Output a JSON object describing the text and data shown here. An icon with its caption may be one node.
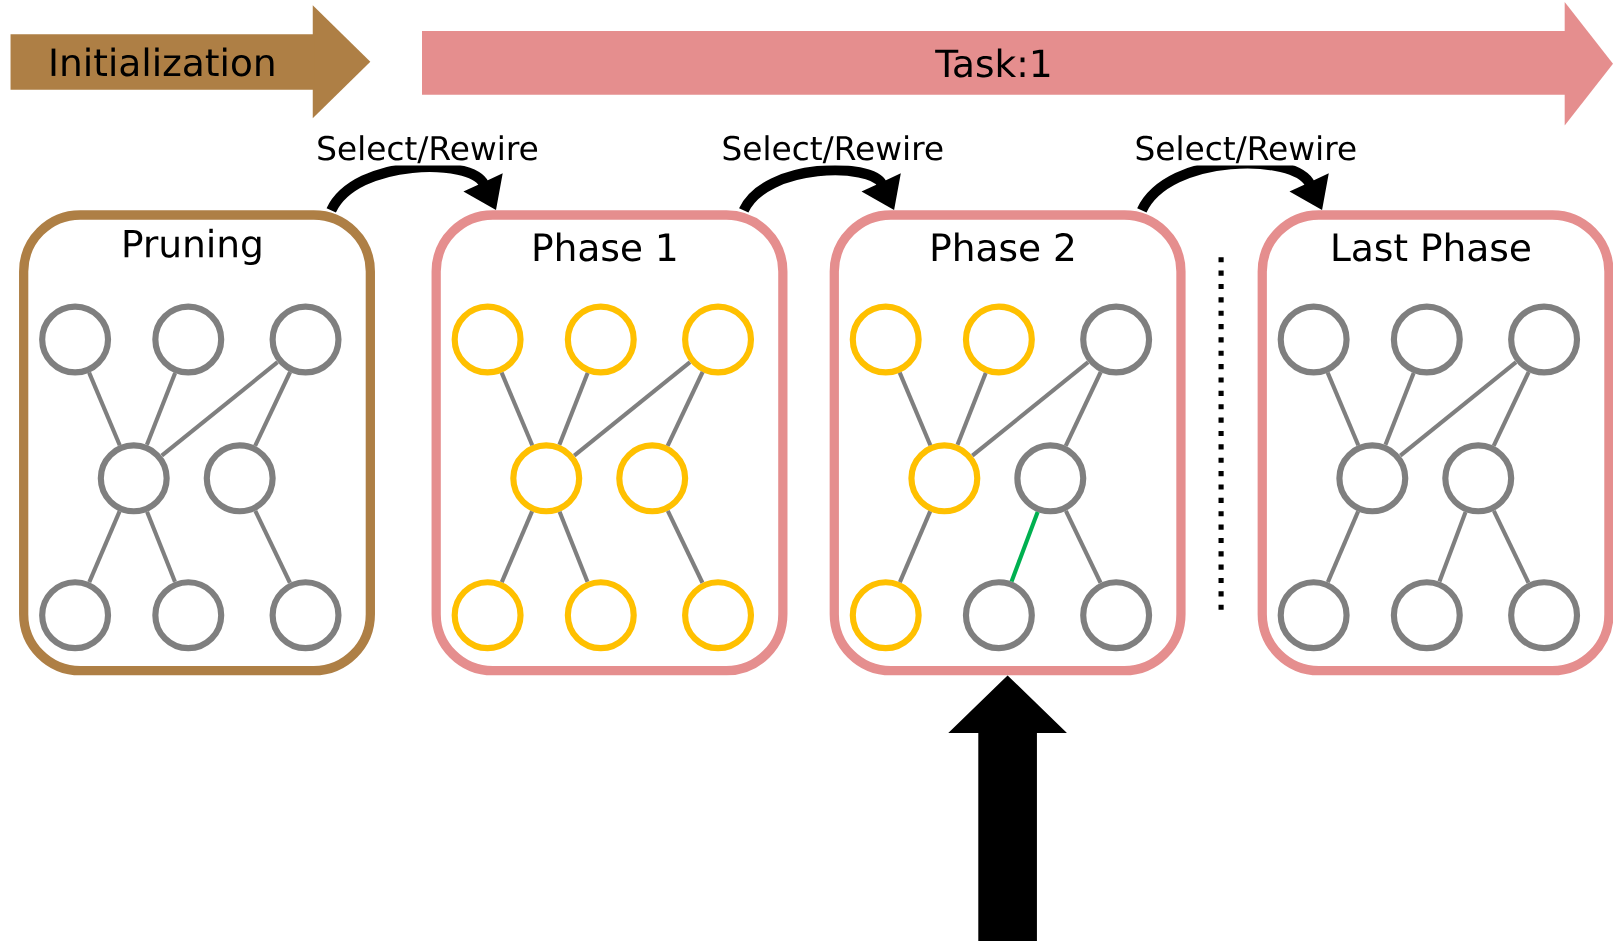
{
  "diagram": {
    "nodes": [
      {
        "text": [
          "Initialization"
        ]
      },
      {
        "text": [
          "Task:1"
        ]
      },
      {
        "text": [
          "Pruning"
        ]
      },
      {
        "text": [],
        "shape": "circle",
        "in": 2
      },
      {
        "text": [],
        "shape": "circle",
        "in": 2
      },
      {
        "text": [],
        "shape": "circle",
        "in": 2
      },
      {
        "text": [],
        "shape": "circle",
        "in": 2
      },
      {
        "text": [],
        "shape": "circle",
        "in": 2
      },
      {
        "text": [],
        "shape": "circle",
        "in": 2
      },
      {
        "text": [],
        "shape": "circle",
        "in": 2
      },
      {
        "text": [],
        "shape": "circle",
        "in": 2
      },
      {
        "text": [
          "Phase 1"
        ]
      },
      {
        "text": [],
        "shape": "circle",
        "in": 11
      },
      {
        "text": [],
        "shape": "circle",
        "in": 11
      },
      {
        "text": [],
        "shape": "circle",
        "in": 11
      },
      {
        "text": [],
        "shape": "circle",
        "in": 11
      },
      {
        "text": [],
        "shape": "circle",
        "in": 11
      },
      {
        "text": [],
        "shape": "circle",
        "in": 11
      },
      {
        "text": [],
        "shape": "circle",
        "in": 11
      },
      {
        "text": [],
        "shape": "circle",
        "in": 11
      },
      {
        "text": [
          "Phase 2"
        ]
      },
      {
        "text": [],
        "shape": "circle",
        "in": 20
      },
      {
        "text": [],
        "shape": "circle",
        "in": 20
      },
      {
        "text": [],
        "shape": "circle",
        "in": 20
      },
      {
        "text": [],
        "shape": "circle",
        "in": 20
      },
      {
        "text": [],
        "shape": "circle",
        "in": 20
      },
      {
        "text": [],
        "shape": "circle",
        "in": 20
      },
      {
        "text": [],
        "shape": "circle",
        "in": 20
      },
      {
        "text": [],
        "shape": "circle",
        "in": 20
      },
      {
        "text": [
          "Last Phase"
        ]
      },
      {
        "text": [],
        "shape": "circle",
        "in": 29
      },
      {
        "text": [],
        "shape": "circle",
        "in": 29
      },
      {
        "text": [],
        "shape": "circle",
        "in": 29
      },
      {
        "text": [],
        "shape": "circle",
        "in": 29
      },
      {
        "text": [],
        "shape": "circle",
        "in": 29
      },
      {
        "text": [],
        "shape": "circle",
        "in": 29
      },
      {
        "text": [],
        "shape": "circle",
        "in": 29
      },
      {
        "text": [],
        "shape": "circle",
        "in": 29
      }
    ],
    "edges": [
      {
        "from": 3,
        "to": 6,
        "arrow": "none"
      },
      {
        "from": 4,
        "to": 6,
        "arrow": "none"
      },
      {
        "from": 5,
        "to": 6,
        "arrow": "none"
      },
      {
        "from": 5,
        "to": 7,
        "arrow": "none"
      },
      {
        "from": 6,
        "to": 8,
        "arrow": "none"
      },
      {
        "from": 6,
        "to": 9,
        "arrow": "none"
      },
      {
        "from": 7,
        "to": 10,
        "arrow": "none"
      },
      {
        "from": 2,
        "to": 11,
        "arrow": "to",
        "label": "Select/Rewire",
        "style": "thick",
        "color": "#000000"
      },
      {
        "from": 12,
        "to": 15,
        "arrow": "none"
      },
      {
        "from": 13,
        "to": 15,
        "arrow": "none"
      },
      {
        "from": 14,
        "to": 15,
        "arrow": "none"
      },
      {
        "from": 14,
        "to": 16,
        "arrow": "none"
      },
      {
        "from": 15,
        "to": 17,
        "arrow": "none"
      },
      {
        "from": 15,
        "to": 18,
        "arrow": "none"
      },
      {
        "from": 16,
        "to": 19,
        "arrow": "none"
      },
      {
        "from": 11,
        "to": 20,
        "arrow": "to",
        "label": "Select/Rewire",
        "style": "thick",
        "color": "#000000"
      },
      {
        "from": 21,
        "to": 24,
        "arrow": "none"
      },
      {
        "from": 22,
        "to": 24,
        "arrow": "none"
      },
      {
        "from": 23,
        "to": 24,
        "arrow": "none"
      },
      {
        "from": 23,
        "to": 25,
        "arrow": "none"
      },
      {
        "from": 24,
        "to": 26,
        "arrow": "none"
      },
      {
        "from": 25,
        "to": 27,
        "arrow": "none",
        "color": "#00b050"
      },
      {
        "from": 25,
        "to": 28,
        "arrow": "none"
      },
      {
        "from": 20,
        "to": 29,
        "arrow": "to",
        "label": "Select/Rewire",
        "style": "thick",
        "color": "#000000"
      },
      {
        "from": 30,
        "to": 33,
        "arrow": "none"
      },
      {
        "from": 31,
        "to": 33,
        "arrow": "none"
      },
      {
        "from": 32,
        "to": 33,
        "arrow": "none"
      },
      {
        "from": 32,
        "to": 34,
        "arrow": "none"
      },
      {
        "from": 33,
        "to": 35,
        "arrow": "none"
      },
      {
        "from": 34,
        "to": 36,
        "arrow": "none"
      },
      {
        "from": 34,
        "to": 37,
        "arrow": "none"
      },
      {
        "from": null,
        "to": 20,
        "arrow": "to",
        "style": "thick",
        "color": "#000000"
      }
    ]
  }
}
